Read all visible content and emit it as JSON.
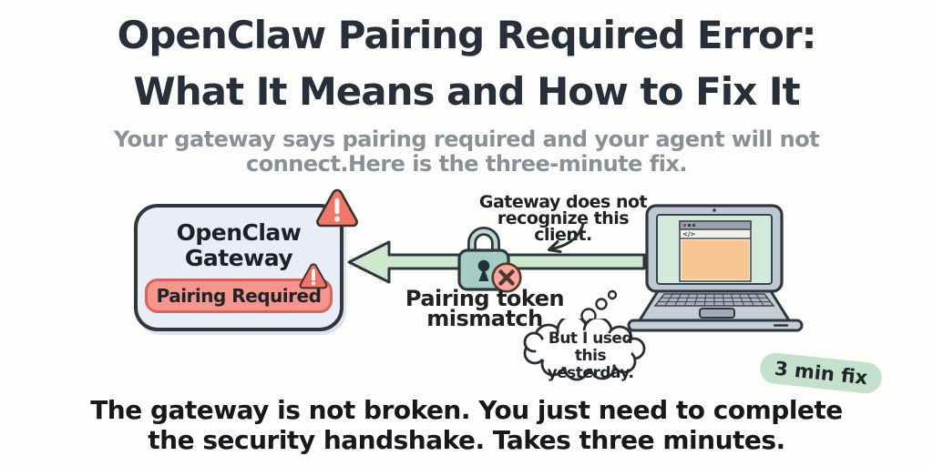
{
  "title": {
    "line1": "OpenClaw Pairing Required Error:",
    "line2": "What It Means and How to Fix It"
  },
  "subtitle": {
    "line1": "Your gateway says pairing required and your agent will not",
    "line2": "connect.Here is the three-minute fix."
  },
  "diagram": {
    "gateway_box": {
      "name_line1": "OpenClaw",
      "name_line2": "Gateway",
      "status_badge": "Pairing Required"
    },
    "connection": {
      "note_line1": "Gateway does not",
      "note_line2": "recognize this client.",
      "error_label_line1": "Pairing token",
      "error_label_line2": "mismatch"
    },
    "client_laptop": {
      "browser_tab_label": "</>"
    },
    "thought_bubble": {
      "line1": "But I used",
      "line2": "this yesterday."
    },
    "fix_badge": "3 min fix"
  },
  "footer": {
    "line1": "The gateway is not broken. You just need to complete",
    "line2": "the security handshake. Takes three minutes."
  },
  "icons": {
    "warning_large": "warning-triangle-icon",
    "warning_small": "warning-triangle-icon",
    "padlock": "padlock-icon",
    "error_x": "x-circle-icon",
    "flow_arrow": "left-arrow-icon",
    "pointer_arrow": "curved-arrow-icon",
    "laptop": "laptop-icon",
    "thought": "thought-bubble-icon"
  },
  "colors": {
    "title_text": "#272f3a",
    "subtitle_text": "#8a9098",
    "outline": "#2f363d",
    "gateway_box_fill": "#e8edf6",
    "status_badge_fill": "#f5968d",
    "status_badge_border": "#d5645a",
    "warning_fill": "#f0766b",
    "arrow_fill": "#cfe7cd",
    "lock_fill": "#a6cdc4",
    "error_circle_fill": "#f9a79f",
    "laptop_fill": "#c3ced7",
    "screen_fill": "#d3e9dc",
    "browser_content_fill": "#f7c693",
    "fix_badge_fill": "#c3e1cb",
    "footer_text": "#15181c"
  }
}
